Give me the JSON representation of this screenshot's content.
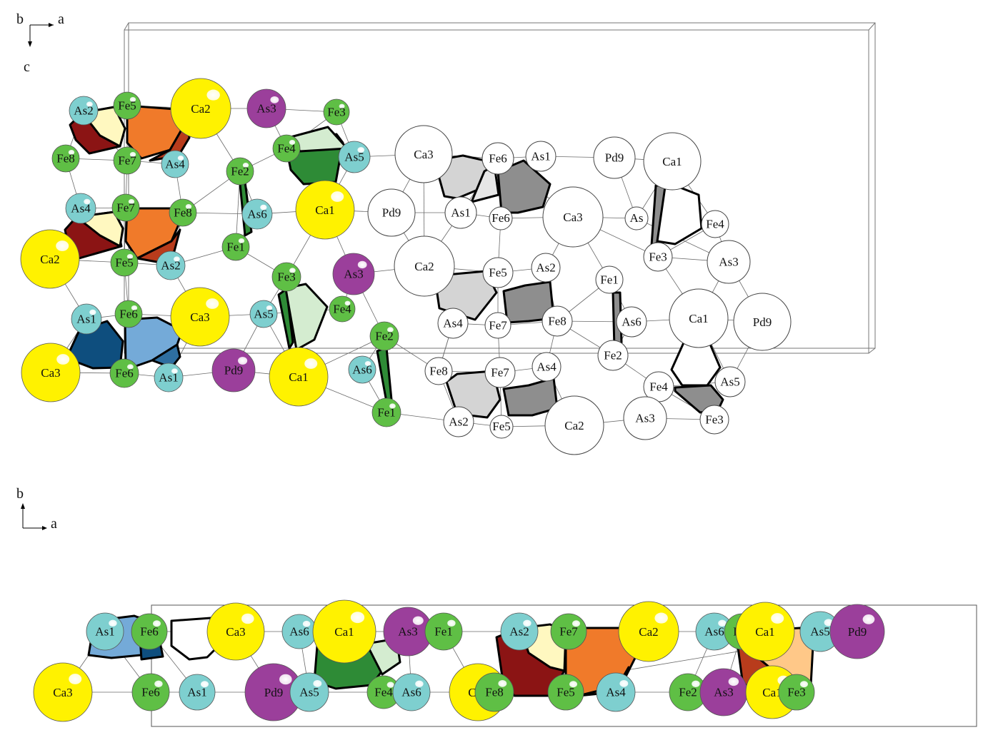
{
  "axes": {
    "top": {
      "right": "a",
      "down": "c",
      "origin": "b"
    },
    "bottom": {
      "up": "b",
      "right": "a"
    }
  },
  "colors": {
    "Ca": "#fff200",
    "As": "#7ecfcf",
    "Fe": "#5fbf45",
    "Pd": "#9b3f9b",
    "empty": "#ffffff",
    "dark_red": "#8b1414",
    "light_yellow": "#fff8c0",
    "orange": "#f07a2a",
    "rust": "#b83c1c",
    "dark_blue": "#0e4e7e",
    "light_blue": "#74aad8",
    "mid_blue": "#2e6ea0",
    "dark_green": "#2e8b36",
    "pale_green": "#d4ecd0",
    "gray_light": "#d4d4d4",
    "gray_pale": "#e6e6e6",
    "gray_dark": "#8e8e8e",
    "peach": "#ffc888"
  },
  "atoms": [
    {
      "label": "As2",
      "el": "As"
    },
    {
      "label": "Fe5",
      "el": "Fe"
    },
    {
      "label": "Ca2",
      "el": "Ca"
    },
    {
      "label": "As3",
      "el": "Pd"
    },
    {
      "label": "Fe3",
      "el": "Fe"
    },
    {
      "label": "Fe8",
      "el": "Fe"
    },
    {
      "label": "Fe7",
      "el": "Fe"
    },
    {
      "label": "As4",
      "el": "As"
    },
    {
      "label": "Fe4",
      "el": "Fe"
    },
    {
      "label": "As5",
      "el": "As"
    },
    {
      "label": "Fe2",
      "el": "Fe"
    },
    {
      "label": "As4",
      "el": "As"
    },
    {
      "label": "Fe7",
      "el": "Fe"
    },
    {
      "label": "Fe8",
      "el": "Fe"
    },
    {
      "label": "As6",
      "el": "As"
    },
    {
      "label": "Ca1",
      "el": "Ca"
    },
    {
      "label": "Ca2",
      "el": "Ca"
    },
    {
      "label": "Fe5",
      "el": "Fe"
    },
    {
      "label": "As2",
      "el": "As"
    },
    {
      "label": "Fe1",
      "el": "Fe"
    },
    {
      "label": "Fe3",
      "el": "Fe"
    },
    {
      "label": "As3",
      "el": "Pd"
    },
    {
      "label": "As1",
      "el": "As"
    },
    {
      "label": "Fe6",
      "el": "Fe"
    },
    {
      "label": "Ca3",
      "el": "Ca"
    },
    {
      "label": "As5",
      "el": "As"
    },
    {
      "label": "Fe4",
      "el": "Fe"
    },
    {
      "label": "Ca3",
      "el": "Ca"
    },
    {
      "label": "Fe6",
      "el": "Fe"
    },
    {
      "label": "As1",
      "el": "As"
    },
    {
      "label": "Pd9",
      "el": "Pd"
    },
    {
      "label": "Ca1",
      "el": "Ca"
    },
    {
      "label": "Fe2",
      "el": "Fe"
    },
    {
      "label": "As6",
      "el": "As"
    },
    {
      "label": "Fe1",
      "el": "Fe"
    },
    {
      "label": "Ca3",
      "el": "empty"
    },
    {
      "label": "Fe6",
      "el": "empty"
    },
    {
      "label": "As1",
      "el": "empty"
    },
    {
      "label": "Pd9",
      "el": "empty"
    },
    {
      "label": "Ca1",
      "el": "empty"
    },
    {
      "label": "Pd9",
      "el": "empty"
    },
    {
      "label": "As1",
      "el": "empty"
    },
    {
      "label": "Fe6",
      "el": "empty"
    },
    {
      "label": "Ca3",
      "el": "empty"
    },
    {
      "label": "As",
      "el": "empty"
    },
    {
      "label": "Fe4",
      "el": "empty"
    },
    {
      "label": "Ca2",
      "el": "empty"
    },
    {
      "label": "Fe5",
      "el": "empty"
    },
    {
      "label": "As2",
      "el": "empty"
    },
    {
      "label": "Fe3",
      "el": "empty"
    },
    {
      "label": "As3",
      "el": "empty"
    },
    {
      "label": "Fe1",
      "el": "empty"
    },
    {
      "label": "As4",
      "el": "empty"
    },
    {
      "label": "Fe7",
      "el": "empty"
    },
    {
      "label": "Fe8",
      "el": "empty"
    },
    {
      "label": "As6",
      "el": "empty"
    },
    {
      "label": "Ca1",
      "el": "empty"
    },
    {
      "label": "Pd9",
      "el": "empty"
    },
    {
      "label": "Fe8",
      "el": "empty"
    },
    {
      "label": "Fe7",
      "el": "empty"
    },
    {
      "label": "As4",
      "el": "empty"
    },
    {
      "label": "Fe2",
      "el": "empty"
    },
    {
      "label": "Fe4",
      "el": "empty"
    },
    {
      "label": "As5",
      "el": "empty"
    },
    {
      "label": "As2",
      "el": "empty"
    },
    {
      "label": "Fe5",
      "el": "empty"
    },
    {
      "label": "Ca2",
      "el": "empty"
    },
    {
      "label": "As3",
      "el": "empty"
    },
    {
      "label": "Fe3",
      "el": "empty"
    },
    {
      "label": "As1",
      "el": "As"
    },
    {
      "label": "Fe6",
      "el": "Fe"
    },
    {
      "label": "Ca3",
      "el": "Ca"
    },
    {
      "label": "As6",
      "el": "As"
    },
    {
      "label": "Ca1",
      "el": "Ca"
    },
    {
      "label": "As3",
      "el": "Pd"
    },
    {
      "label": "Fe1",
      "el": "Fe"
    },
    {
      "label": "Ca3",
      "el": "Ca"
    },
    {
      "label": "Fe6",
      "el": "Fe"
    },
    {
      "label": "As1",
      "el": "As"
    },
    {
      "label": "Pd9",
      "el": "Pd"
    },
    {
      "label": "As5",
      "el": "As"
    },
    {
      "label": "Fe4",
      "el": "Fe"
    },
    {
      "label": "As6",
      "el": "As"
    },
    {
      "label": "Ca1",
      "el": "Ca"
    },
    {
      "label": "As2",
      "el": "As"
    },
    {
      "label": "Fe7",
      "el": "Fe"
    },
    {
      "label": "Ca2",
      "el": "Ca"
    },
    {
      "label": "As6",
      "el": "As"
    },
    {
      "label": "Fe4",
      "el": "Fe"
    },
    {
      "label": "Ca1",
      "el": "Ca"
    },
    {
      "label": "As5",
      "el": "As"
    },
    {
      "label": "Pd9",
      "el": "Pd"
    },
    {
      "label": "Fe8",
      "el": "Fe"
    },
    {
      "label": "Fe5",
      "el": "Fe"
    },
    {
      "label": "As4",
      "el": "As"
    },
    {
      "label": "Fe2",
      "el": "Fe"
    },
    {
      "label": "As3",
      "el": "Pd"
    },
    {
      "label": "Ca1",
      "el": "Ca"
    },
    {
      "label": "Fe3",
      "el": "Fe"
    }
  ],
  "polyhedra": [
    {
      "fill": "dark_red"
    },
    {
      "fill": "light_yellow"
    },
    {
      "fill": "orange"
    },
    {
      "fill": "rust"
    },
    {
      "fill": "dark_red"
    },
    {
      "fill": "light_yellow"
    },
    {
      "fill": "orange"
    },
    {
      "fill": "rust"
    },
    {
      "fill": "dark_blue"
    },
    {
      "fill": "light_blue"
    },
    {
      "fill": "mid_blue"
    },
    {
      "fill": "dark_green"
    },
    {
      "fill": "pale_green"
    },
    {
      "fill": "dark_green"
    },
    {
      "fill": "pale_green"
    },
    {
      "fill": "dark_green"
    },
    {
      "fill": "dark_green"
    },
    {
      "fill": "gray_light"
    },
    {
      "fill": "gray_pale"
    },
    {
      "fill": "gray_dark"
    },
    {
      "fill": "gray_light"
    },
    {
      "fill": "gray_dark"
    },
    {
      "fill": "gray_light"
    },
    {
      "fill": "gray_dark"
    },
    {
      "fill": "gray_dark"
    },
    {
      "fill": "empty"
    },
    {
      "fill": "gray_dark"
    },
    {
      "fill": "empty"
    },
    {
      "fill": "gray_dark"
    },
    {
      "fill": "light_blue"
    },
    {
      "fill": "dark_blue"
    },
    {
      "fill": "empty"
    },
    {
      "fill": "dark_green"
    },
    {
      "fill": "pale_green"
    },
    {
      "fill": "dark_red"
    },
    {
      "fill": "light_yellow"
    },
    {
      "fill": "orange"
    },
    {
      "fill": "rust"
    },
    {
      "fill": "rust"
    },
    {
      "fill": "peach"
    }
  ]
}
